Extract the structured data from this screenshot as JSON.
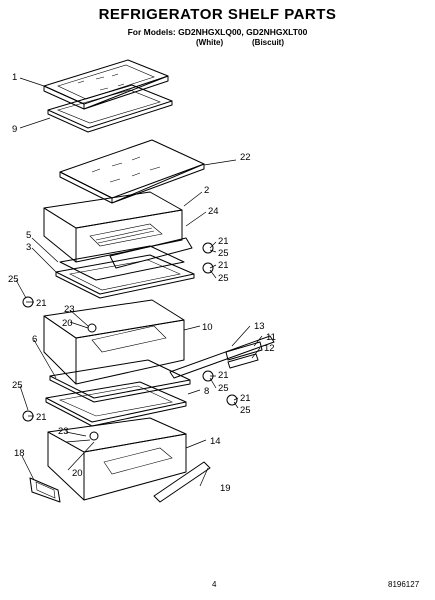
{
  "header": {
    "title": "REFRIGERATOR SHELF PARTS",
    "models_line": "For Models: GD2NHGXLQ00, GD2NHGXLT00",
    "variant_white": "(White)",
    "variant_biscuit": "(Biscuit)"
  },
  "footer": {
    "page": "4",
    "doc_number": "8196127"
  },
  "callouts": {
    "c1": "1",
    "c9": "9",
    "c22": "22",
    "c2": "2",
    "c24": "24",
    "c5": "5",
    "c3": "3",
    "c21a": "21",
    "c25a": "25",
    "c21b": "21",
    "c25b": "25",
    "c25c": "25",
    "c21c": "21",
    "c23a": "23",
    "c20a": "20",
    "c10": "10",
    "c13": "13",
    "c11": "11",
    "c12": "12",
    "c6": "6",
    "c21d": "21",
    "c8": "8",
    "c25d": "25",
    "c21e": "21",
    "c25e": "25",
    "c25f": "25",
    "c21f": "21",
    "c23b": "23",
    "c20b": "20",
    "c14": "14",
    "c18": "18",
    "c19": "19"
  }
}
